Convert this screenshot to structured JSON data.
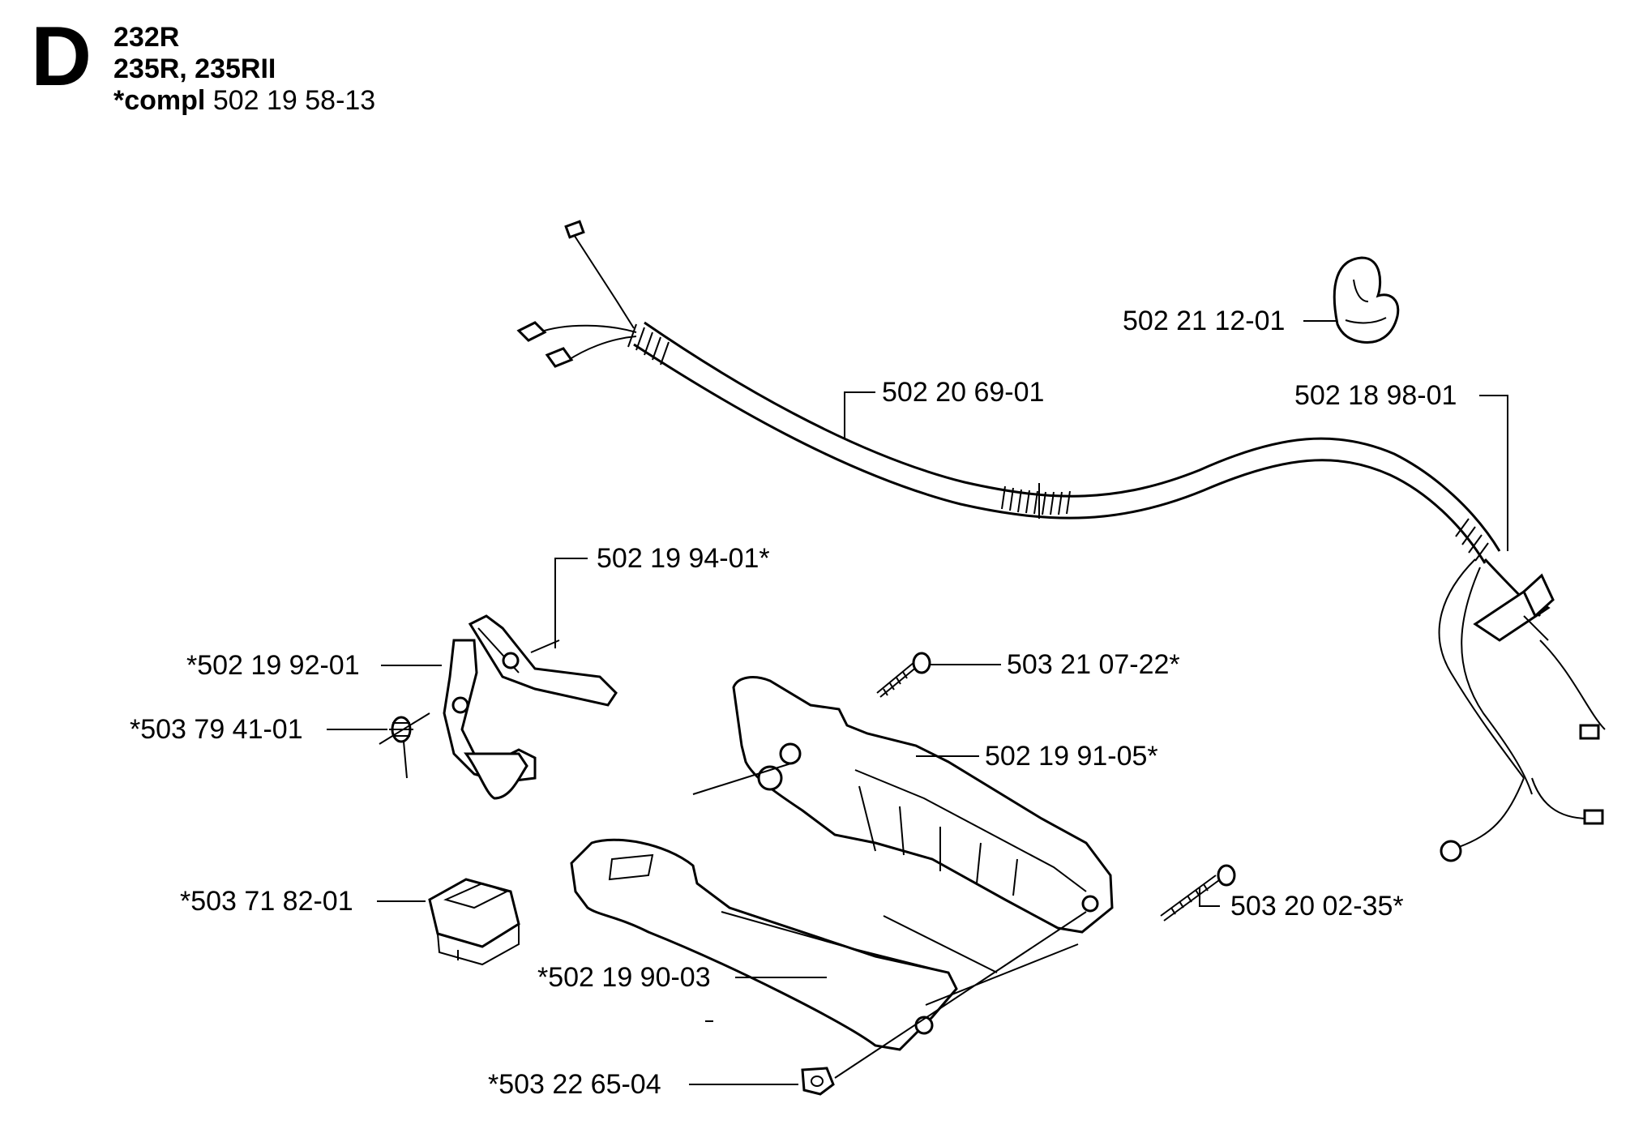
{
  "header": {
    "section": "D",
    "models": [
      "232R",
      "235R, 235RII"
    ],
    "compl_label": "*compl",
    "compl_number": "502 19 58-13"
  },
  "parts": [
    {
      "id": "clamp",
      "number": "502 21 12-01"
    },
    {
      "id": "cable",
      "number": "502 20 69-01"
    },
    {
      "id": "wire-harness",
      "number": "502 18 98-01"
    },
    {
      "id": "throttle-lever",
      "number": "502 19 94-01*"
    },
    {
      "id": "throttle-lockout",
      "number": "*502 19 92-01"
    },
    {
      "id": "spring",
      "number": "*503 79 41-01"
    },
    {
      "id": "screw-upper",
      "number": "503 21 07-22*"
    },
    {
      "id": "handle-right-half",
      "number": "502 19 91-05*"
    },
    {
      "id": "stop-switch",
      "number": "*503 71 82-01"
    },
    {
      "id": "screw-long",
      "number": "503 20 02-35*"
    },
    {
      "id": "handle-left-half",
      "number": "*502 19 90-03"
    },
    {
      "id": "nut",
      "number": "*503 22 65-04"
    }
  ]
}
